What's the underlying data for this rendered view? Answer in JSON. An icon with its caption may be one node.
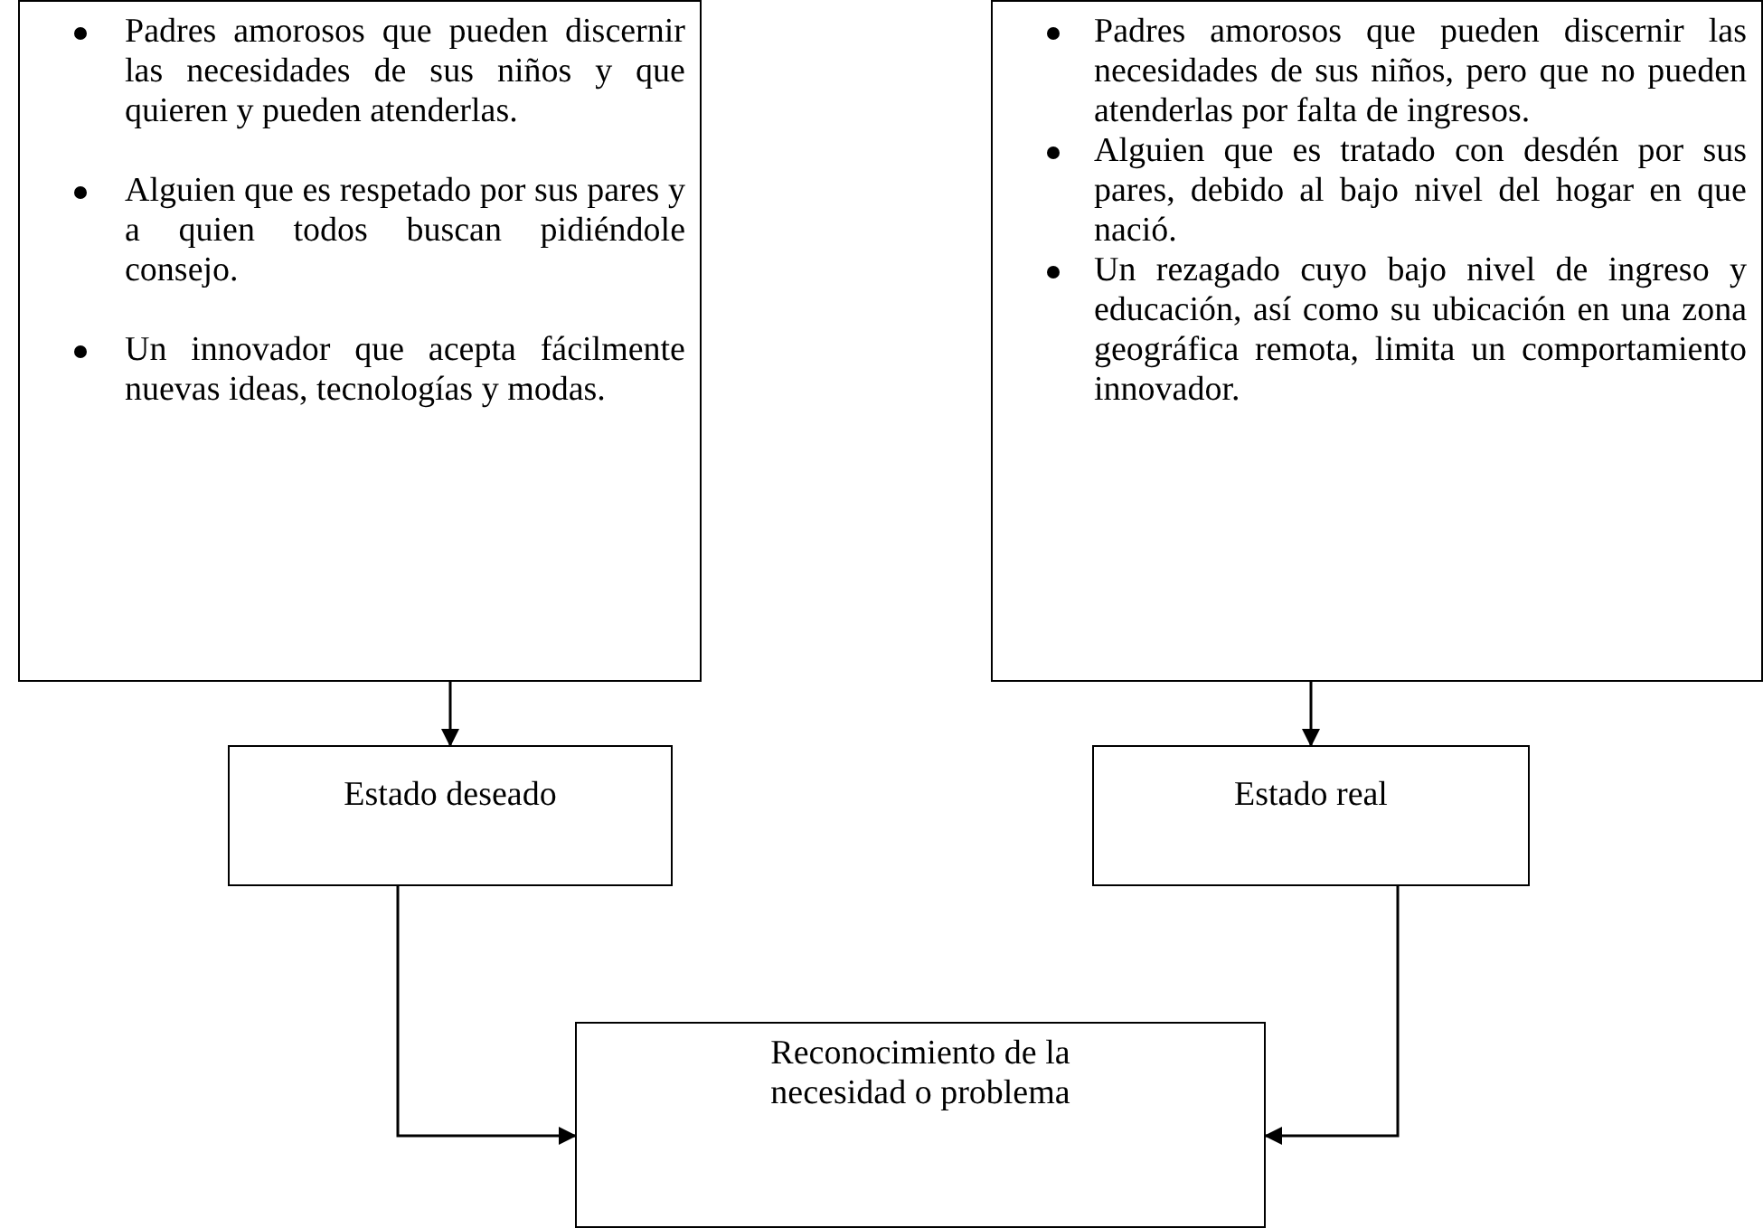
{
  "diagram": {
    "nodes": [
      {
        "text": [
          "Padres amorosos que pueden discernir las necesidades de sus niños y que quieren y pueden atenderlas.",
          "Alguien que es respetado por sus pares y a quien todos buscan pidiéndole consejo.",
          "Un innovador que acepta fácilmente nuevas ideas, tecnologías y modas."
        ]
      },
      {
        "text": [
          "Padres amorosos que pueden discernir las necesidades de sus niños, pero que no pueden atenderlas por falta de ingresos.",
          "Alguien que es tratado con desdén por sus pares, debido al bajo nivel del hogar en que nació.",
          "Un rezagado cuyo bajo nivel de ingreso y educación, así como su ubicación en una zona geográfica remota, limita un comportamiento innovador."
        ]
      },
      {
        "text": [
          "Estado deseado"
        ]
      },
      {
        "text": [
          "Estado real"
        ]
      },
      {
        "text": [
          "Reconocimiento de la necesidad o problema"
        ]
      }
    ],
    "edges": [
      {
        "from": 0,
        "to": 2,
        "arrow": "to"
      },
      {
        "from": 1,
        "to": 3,
        "arrow": "to"
      },
      {
        "from": 2,
        "to": 4,
        "arrow": "to"
      },
      {
        "from": 3,
        "to": 4,
        "arrow": "to"
      }
    ]
  }
}
